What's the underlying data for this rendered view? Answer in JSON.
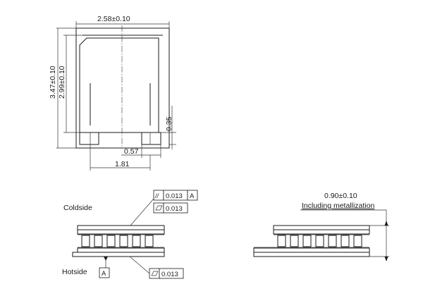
{
  "top_view": {
    "dim_width": "2.58±0.10",
    "dim_height_outer": "3.47±0.10",
    "dim_height_inner": "2.99±0.10",
    "dim_pad_height": "0.35",
    "dim_pad_width": "0.57",
    "dim_pad_span": "1.81"
  },
  "side_view": {
    "coldside_label": "Coldside",
    "hotside_label": "Hotside",
    "fcf_parallel_symbol": "//",
    "fcf_parallel_value": "0.013",
    "fcf_parallel_datum": "A",
    "fcf_flatness_value_top": "0.013",
    "datum_label": "A",
    "fcf_flatness_value_bottom": "0.013"
  },
  "right_view": {
    "dim_thickness": "0.90±0.10",
    "dim_note": "Including metallization"
  }
}
